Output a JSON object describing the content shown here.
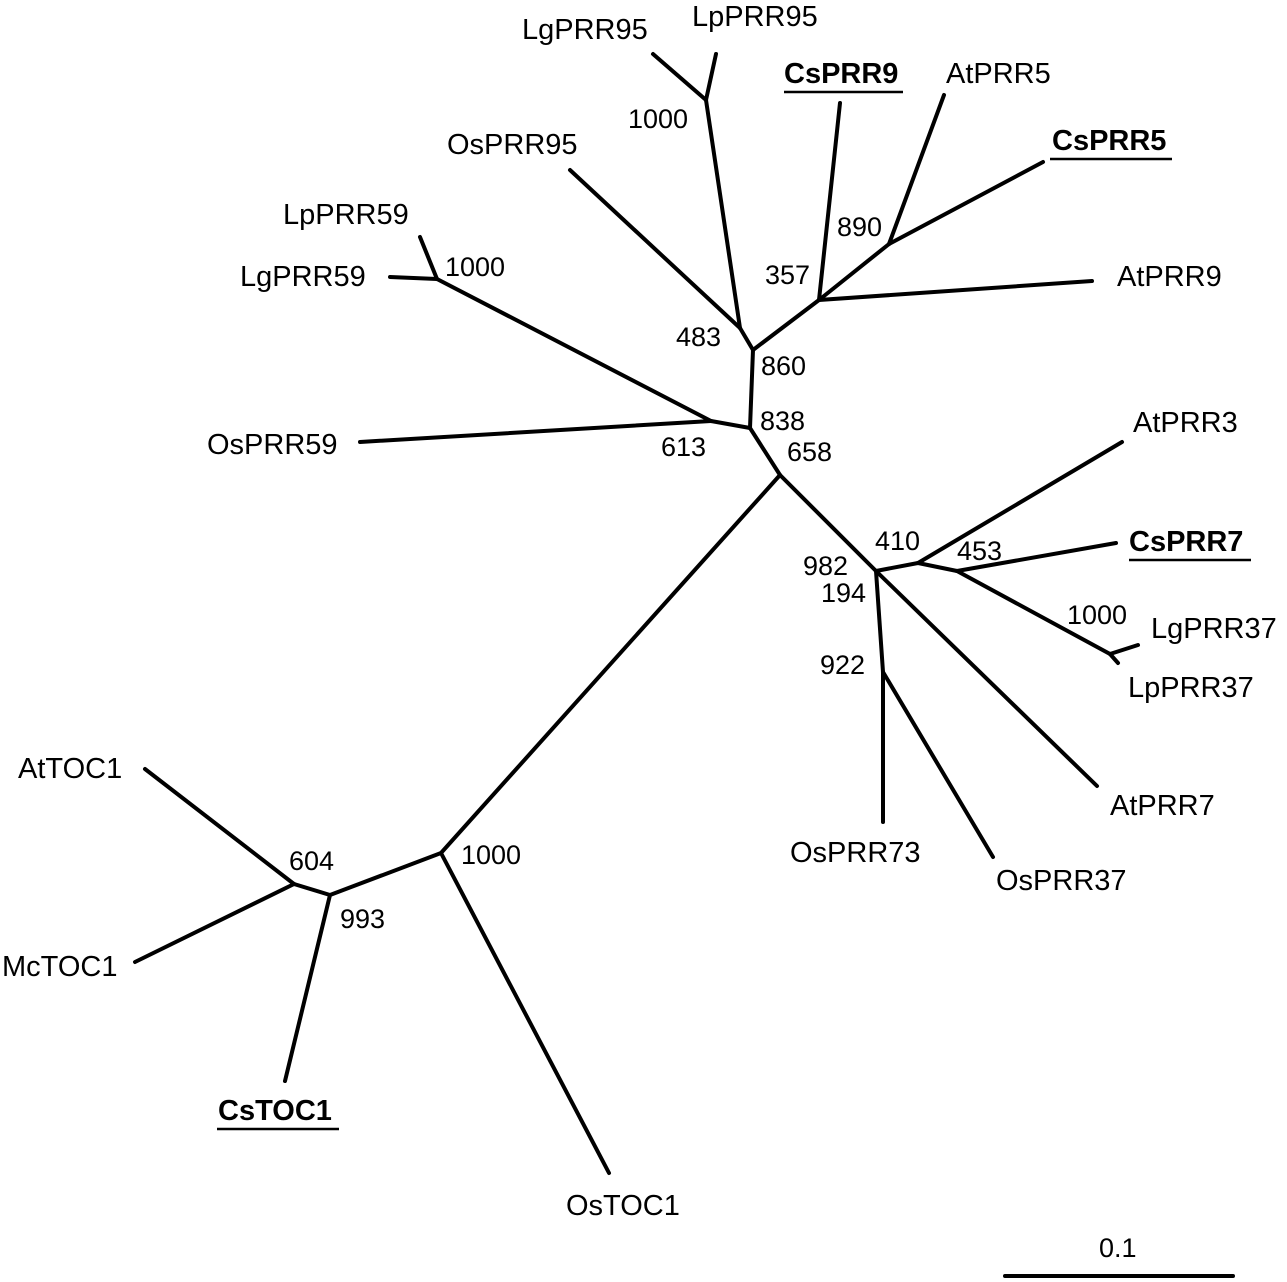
{
  "taxa": {
    "LgPRR95": "LgPRR95",
    "LpPRR95": "LpPRR95",
    "CsPRR9": "CsPRR9",
    "AtPRR5": "AtPRR5",
    "CsPRR5": "CsPRR5",
    "OsPRR95": "OsPRR95",
    "LpPRR59": "LpPRR59",
    "LgPRR59": "LgPRR59",
    "AtPRR9": "AtPRR9",
    "OsPRR59": "OsPRR59",
    "AtPRR3": "AtPRR3",
    "CsPRR7": "CsPRR7",
    "LgPRR37": "LgPRR37",
    "LpPRR37": "LpPRR37",
    "AtPRR7": "AtPRR7",
    "OsPRR73": "OsPRR73",
    "OsPRR37": "OsPRR37",
    "AtTOC1": "AtTOC1",
    "McTOC1": "McTOC1",
    "CsTOC1": "CsTOC1",
    "OsTOC1": "OsTOC1"
  },
  "highlighted_taxa": [
    "CsPRR9",
    "CsPRR5",
    "CsPRR7",
    "CsTOC1"
  ],
  "bootstrap": {
    "b1000_lprr95": "1000",
    "b890": "890",
    "b357": "357",
    "b1000_lprr59": "1000",
    "b483": "483",
    "b860": "860",
    "b838": "838",
    "b613": "613",
    "b658": "658",
    "b410": "410",
    "b453": "453",
    "b982": "982",
    "b194": "194",
    "b1000_lprr37": "1000",
    "b922": "922",
    "b604": "604",
    "b1000_root": "1000",
    "b993": "993"
  },
  "scale_bar": {
    "label": "0.1",
    "value": 0.1
  }
}
